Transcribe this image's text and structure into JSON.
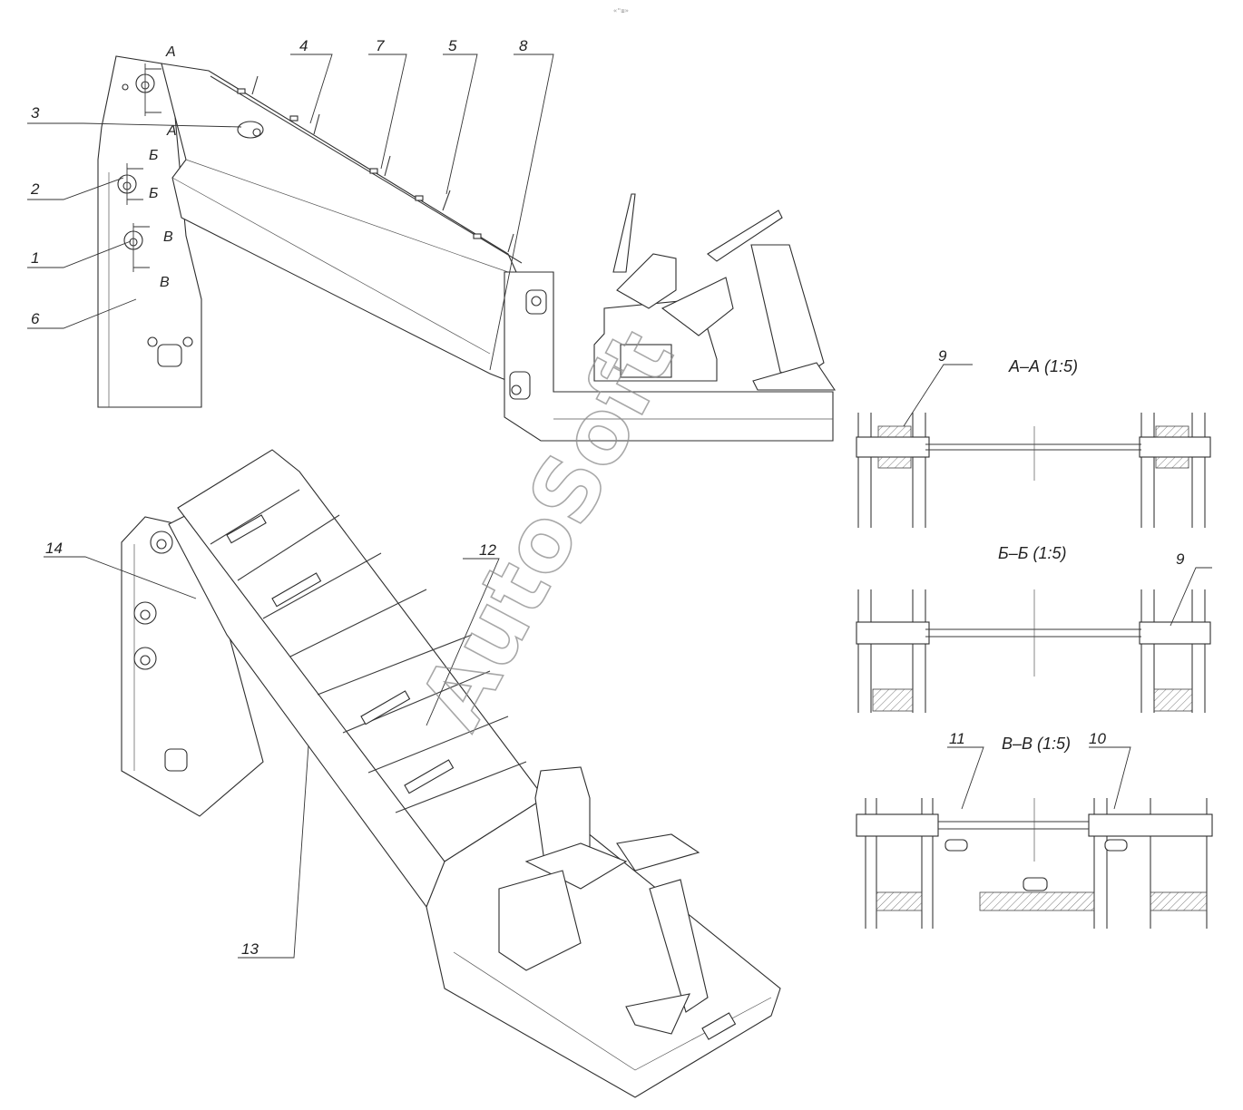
{
  "header_mark": "«\"ш»",
  "watermark": "AutoSoft",
  "callouts": [
    {
      "id": "c1",
      "label": "1"
    },
    {
      "id": "c2",
      "label": "2"
    },
    {
      "id": "c3",
      "label": "3"
    },
    {
      "id": "c4",
      "label": "4"
    },
    {
      "id": "c5",
      "label": "5"
    },
    {
      "id": "c6",
      "label": "6"
    },
    {
      "id": "c7",
      "label": "7"
    },
    {
      "id": "c8",
      "label": "8"
    },
    {
      "id": "c9a",
      "label": "9"
    },
    {
      "id": "c9b",
      "label": "9"
    },
    {
      "id": "c10",
      "label": "10"
    },
    {
      "id": "c11",
      "label": "11"
    },
    {
      "id": "c12",
      "label": "12"
    },
    {
      "id": "c13",
      "label": "13"
    },
    {
      "id": "c14",
      "label": "14"
    }
  ],
  "section_markers": {
    "a_top": "А",
    "a_bottom": "А",
    "b_top": "Б",
    "b_bottom": "Б",
    "v_top": "В",
    "v_bottom": "В"
  },
  "sections": {
    "aa": "А–А (1:5)",
    "bb": "Б–Б (1:5)",
    "vv": "В–В (1:5)"
  }
}
